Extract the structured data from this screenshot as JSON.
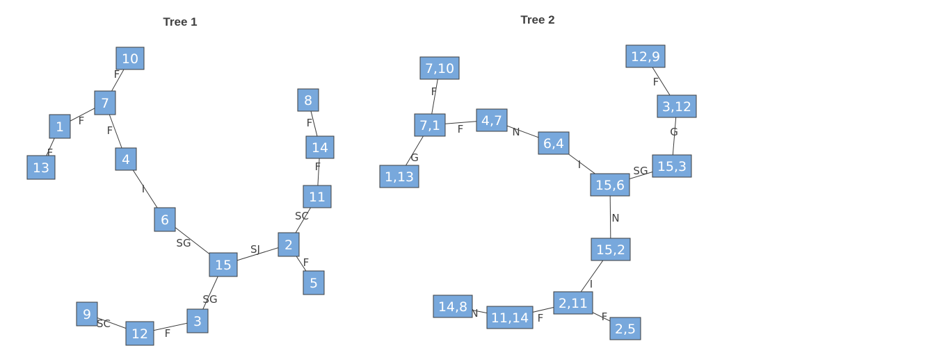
{
  "trees": [
    {
      "title": "Tree 1",
      "nodes": [
        "10",
        "7",
        "1",
        "13",
        "4",
        "6",
        "15",
        "2",
        "11",
        "14",
        "8",
        "5",
        "3",
        "12",
        "9"
      ],
      "edges": [
        {
          "from": "7",
          "to": "10",
          "label": "F"
        },
        {
          "from": "7",
          "to": "1",
          "label": "F"
        },
        {
          "from": "1",
          "to": "13",
          "label": "F"
        },
        {
          "from": "7",
          "to": "4",
          "label": "F"
        },
        {
          "from": "4",
          "to": "6",
          "label": "I"
        },
        {
          "from": "6",
          "to": "15",
          "label": "SG"
        },
        {
          "from": "15",
          "to": "2",
          "label": "SJ"
        },
        {
          "from": "2",
          "to": "11",
          "label": "SC"
        },
        {
          "from": "11",
          "to": "14",
          "label": "F"
        },
        {
          "from": "14",
          "to": "8",
          "label": "F"
        },
        {
          "from": "2",
          "to": "5",
          "label": "F"
        },
        {
          "from": "15",
          "to": "3",
          "label": "SG"
        },
        {
          "from": "3",
          "to": "12",
          "label": "F"
        },
        {
          "from": "12",
          "to": "9",
          "label": "SC"
        }
      ]
    },
    {
      "title": "Tree 2",
      "nodes": [
        "7,10",
        "7,1",
        "1,13",
        "4,7",
        "6,4",
        "15,6",
        "15,3",
        "3,12",
        "12,9",
        "15,2",
        "2,11",
        "2,5",
        "11,14",
        "14,8"
      ],
      "edges": [
        {
          "from": "7,1",
          "to": "7,10",
          "label": "F"
        },
        {
          "from": "7,1",
          "to": "1,13",
          "label": "G"
        },
        {
          "from": "7,1",
          "to": "4,7",
          "label": "F"
        },
        {
          "from": "4,7",
          "to": "6,4",
          "label": "N"
        },
        {
          "from": "6,4",
          "to": "15,6",
          "label": "I"
        },
        {
          "from": "15,6",
          "to": "15,3",
          "label": "SG"
        },
        {
          "from": "15,3",
          "to": "3,12",
          "label": "G"
        },
        {
          "from": "3,12",
          "to": "12,9",
          "label": "F"
        },
        {
          "from": "15,6",
          "to": "15,2",
          "label": "N"
        },
        {
          "from": "15,2",
          "to": "2,11",
          "label": "I"
        },
        {
          "from": "2,11",
          "to": "2,5",
          "label": "F"
        },
        {
          "from": "2,11",
          "to": "11,14",
          "label": "F"
        },
        {
          "from": "11,14",
          "to": "14,8",
          "label": "N"
        }
      ]
    }
  ],
  "colors": {
    "node_fill": "#78a8dc",
    "node_stroke": "#3d3d3d",
    "node_text": "#ffffff",
    "edge": "#3a3a3a",
    "label": "#404040"
  }
}
